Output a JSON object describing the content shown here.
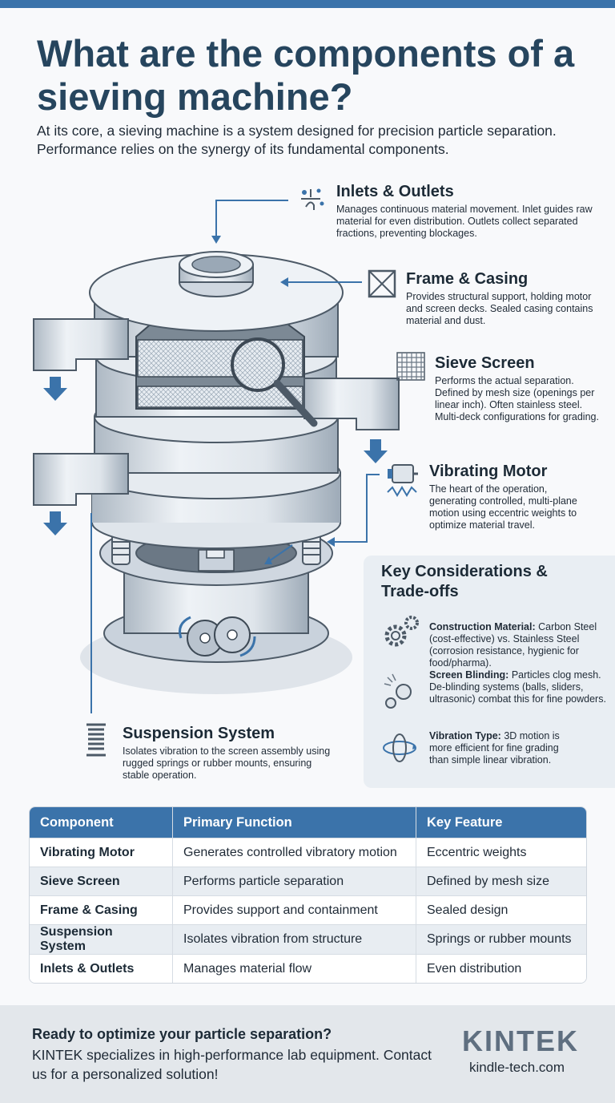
{
  "title": "What are the components of a sieving machine?",
  "intro": "At its core, a sieving machine is a system designed for precision particle separation. Performance relies on the synergy of its fundamental components.",
  "labels": {
    "inlets": {
      "title": "Inlets & Outlets",
      "desc": "Manages continuous material movement. Inlet guides raw material for even distribution. Outlets collect separated fractions, preventing blockages."
    },
    "frame": {
      "title": "Frame & Casing",
      "desc": "Provides structural support, holding motor and screen decks. Sealed casing contains material and dust."
    },
    "sieve": {
      "title": "Sieve Screen",
      "desc": "Performs the actual separation. Defined by mesh size (openings per linear inch). Often stainless steel. Multi-deck configurations for grading."
    },
    "motor": {
      "title": "Vibrating Motor",
      "desc": "The heart of the operation, generating controlled, multi-plane motion using eccentric weights to optimize material travel."
    },
    "suspension": {
      "title": "Suspension System",
      "desc": "Isolates vibration to the screen assembly using rugged springs or rubber mounts, ensuring stable operation."
    }
  },
  "considerations": {
    "title": "Key Considerations & Trade-offs",
    "items": [
      {
        "term": "Construction Material:",
        "text": "Carbon Steel (cost-effective) vs. Stainless Steel (corrosion resistance, hygienic for food/pharma).",
        "icon": "gears-icon"
      },
      {
        "term": "Screen Blinding:",
        "text": "Particles clog mesh. De-blinding systems (balls, sliders, ultrasonic) combat this for fine powders.",
        "icon": "balls-icon"
      },
      {
        "term": "Vibration Type:",
        "text": "3D motion is more efficient for fine grading than simple linear vibration.",
        "icon": "3d-motion-icon"
      }
    ]
  },
  "table": {
    "headers": [
      "Component",
      "Primary Function",
      "Key Feature"
    ],
    "rows": [
      [
        "Vibrating Motor",
        "Generates controlled vibratory motion",
        "Eccentric weights"
      ],
      [
        "Sieve Screen",
        "Performs particle separation",
        "Defined by mesh size"
      ],
      [
        "Frame & Casing",
        "Provides support and containment",
        "Sealed design"
      ],
      [
        "Suspension System",
        "Isolates vibration from structure",
        "Springs or rubber mounts"
      ],
      [
        "Inlets & Outlets",
        "Manages material flow",
        "Even distribution"
      ]
    ]
  },
  "footer": {
    "cta_title": "Ready to optimize your particle separation?",
    "cta_text": "KINTEK specializes in high-performance lab equipment. Contact us for a personalized solution!",
    "logo": "KINTEK",
    "site": "kindle-tech.com"
  },
  "colors": {
    "accent": "#3b73aa",
    "title": "#26455e"
  }
}
